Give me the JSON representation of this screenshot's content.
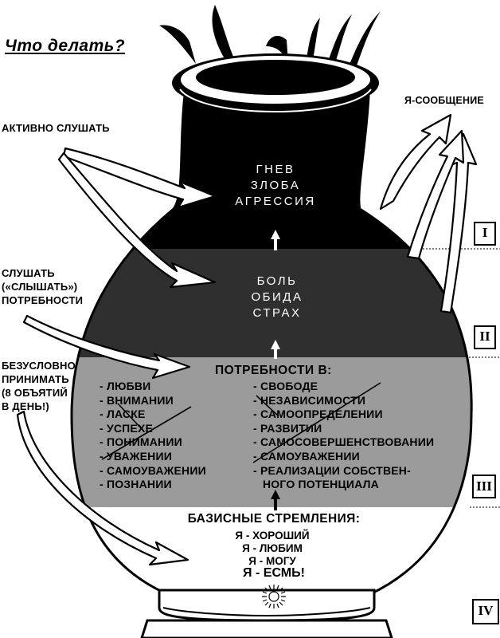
{
  "title": "Что делать?",
  "left_labels": {
    "listen": "АКТИВНО СЛУШАТЬ",
    "hear_needs": [
      "СЛУШАТЬ",
      "(«СЛЫШАТЬ»)",
      "ПОТРЕБНОСТИ"
    ],
    "accept": [
      "БЕЗУСЛОВНО",
      "ПРИНИМАТЬ",
      "(8 ОБЪЯТИЙ",
      "В ДЕНЬ!)"
    ]
  },
  "right_label": "Я-СООБЩЕНИЕ",
  "levels": {
    "i": {
      "numeral": "I",
      "words": [
        "ГНЕВ",
        "ЗЛОБА",
        "АГРЕССИЯ"
      ]
    },
    "ii": {
      "numeral": "II",
      "words": [
        "БОЛЬ",
        "ОБИДА",
        "СТРАХ"
      ]
    },
    "iii": {
      "numeral": "III",
      "heading": "ПОТРЕБНОСТИ В:",
      "left_items": [
        "- ЛЮБВИ",
        "- ВНИМАНИИ",
        "- ЛАСКЕ",
        "- УСПЕХЕ",
        "- ПОНИМАНИИ",
        "- УВАЖЕНИИ",
        "- САМОУВАЖЕНИИ",
        "- ПОЗНАНИИ"
      ],
      "right_items": [
        "- СВОБОДЕ",
        "- НЕЗАВИСИМОСТИ",
        "- САМООПРЕДЕЛЕНИИ",
        "- РАЗВИТИИ",
        "- САМОСОВЕРШЕНСТВОВАНИИ",
        "- САМОУВАЖЕНИИ",
        "- РЕАЛИЗАЦИИ СОБСТВЕН-",
        "НОГО ПОТЕНЦИАЛА"
      ]
    },
    "iv": {
      "numeral": "IV",
      "heading": "БАЗИСНЫЕ СТРЕМЛЕНИЯ:",
      "lines": [
        "Я - ХОРОШИЙ",
        "Я - ЛЮБИМ",
        "Я - МОГУ"
      ],
      "emphasis": "Я - ЕСМЬ!"
    }
  },
  "colors": {
    "ink": "#000000",
    "level_i": "#000000",
    "level_ii": "#2f2f2f",
    "level_iii": "#9b9b9b",
    "level_iv": "#ffffff"
  }
}
